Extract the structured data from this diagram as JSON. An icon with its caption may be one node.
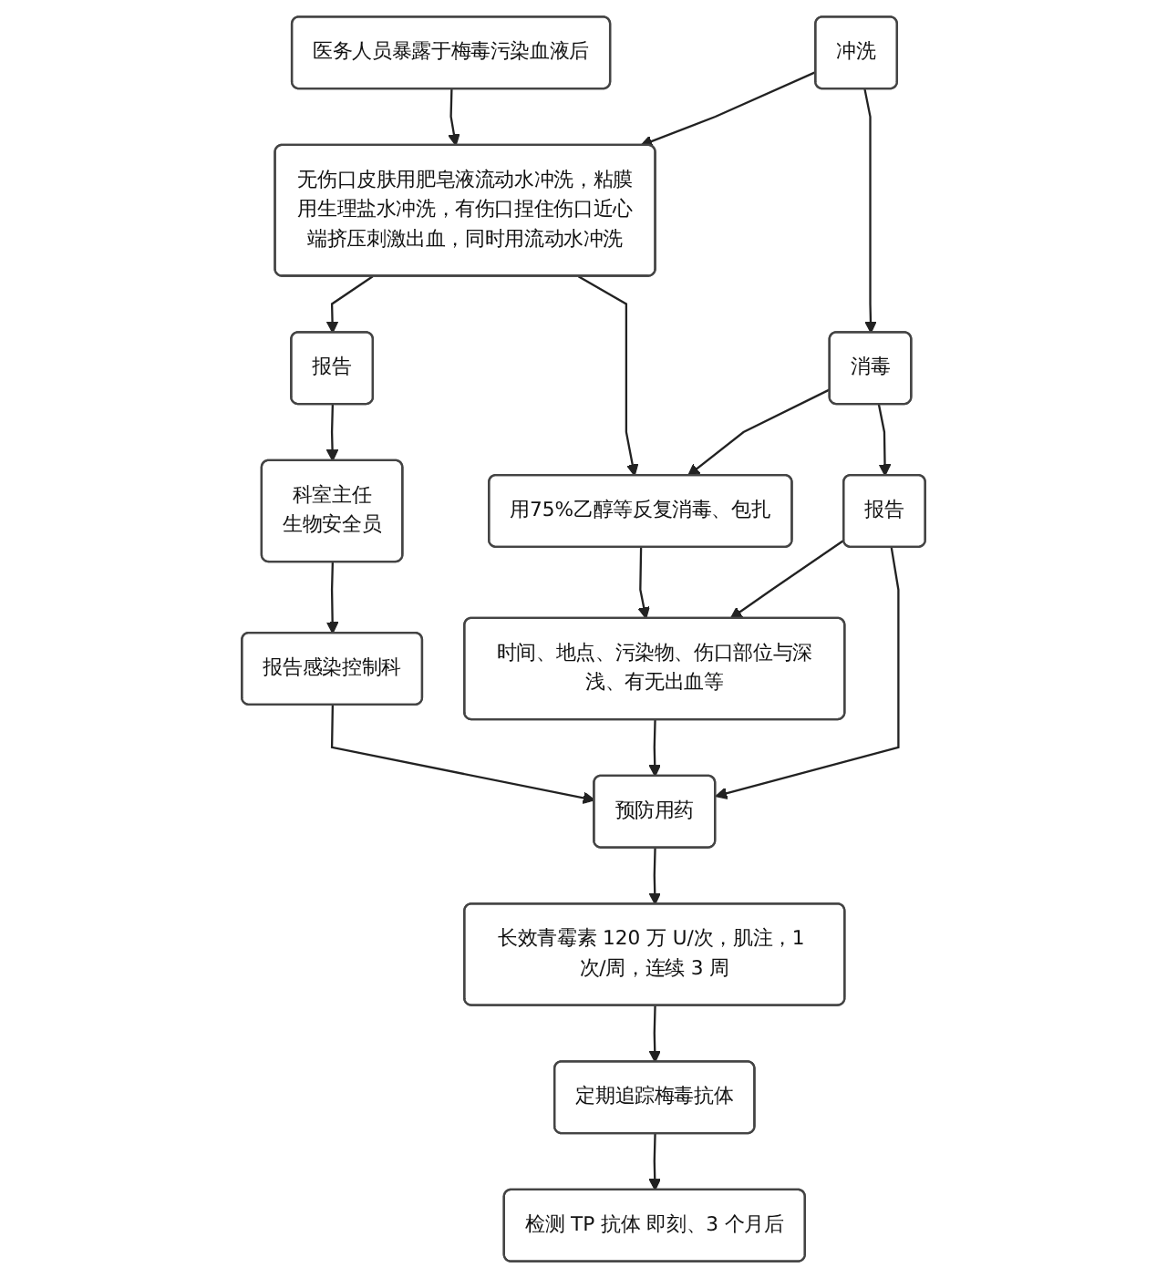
{
  "diagram": {
    "nodes": [
      {
        "text": [
          "医务人员暴露于梅毒污染血液后"
        ]
      },
      {
        "text": [
          "冲洗"
        ]
      },
      {
        "text": [
          "无伤口皮肤用肥皂液流动水冲洗，粘膜用生理盐水冲洗，有伤口捏住伤口近心端挤压刺激出血，同时用流动水冲洗"
        ]
      },
      {
        "text": [
          "报告"
        ]
      },
      {
        "text": [
          "消毒"
        ]
      },
      {
        "text": [
          "用75%乙醇等反复消毒、包扎"
        ]
      },
      {
        "text": [
          "科室主任",
          "生物安全员"
        ]
      },
      {
        "text": [
          "报告"
        ]
      },
      {
        "text": [
          "时间、地点、污染物、伤口部位与深浅、有无出血等"
        ]
      },
      {
        "text": [
          "报告感染控制科"
        ]
      },
      {
        "text": [
          "预防用药"
        ]
      },
      {
        "text": [
          "长效青霉素 120 万 U/次，肌注，1 次/周，连续 3 周"
        ]
      },
      {
        "text": [
          "定期追踪梅毒抗体"
        ]
      },
      {
        "text": [
          "检测 TP 抗体 即刻、3 个月后"
        ]
      }
    ],
    "edges": [
      {
        "from": 0,
        "to": 2,
        "arrow": "to"
      },
      {
        "from": 1,
        "to": 2,
        "arrow": "to"
      },
      {
        "from": 2,
        "to": 3,
        "arrow": "to"
      },
      {
        "from": 1,
        "to": 4,
        "arrow": "to"
      },
      {
        "from": 2,
        "to": 5,
        "arrow": "to"
      },
      {
        "from": 3,
        "to": 6,
        "arrow": "to"
      },
      {
        "from": 4,
        "to": 5,
        "arrow": "to"
      },
      {
        "from": 4,
        "to": 7,
        "arrow": "to"
      },
      {
        "from": 5,
        "to": 8,
        "arrow": "to"
      },
      {
        "from": 6,
        "to": 9,
        "arrow": "to"
      },
      {
        "from": 7,
        "to": 8,
        "arrow": "to"
      },
      {
        "from": 8,
        "to": 10,
        "arrow": "to"
      },
      {
        "from": 7,
        "to": 10,
        "arrow": "to"
      },
      {
        "from": 9,
        "to": 10,
        "arrow": "to"
      },
      {
        "from": 10,
        "to": 11,
        "arrow": "to"
      },
      {
        "from": 11,
        "to": 12,
        "arrow": "to"
      },
      {
        "from": 12,
        "to": 13,
        "arrow": "to"
      }
    ]
  }
}
